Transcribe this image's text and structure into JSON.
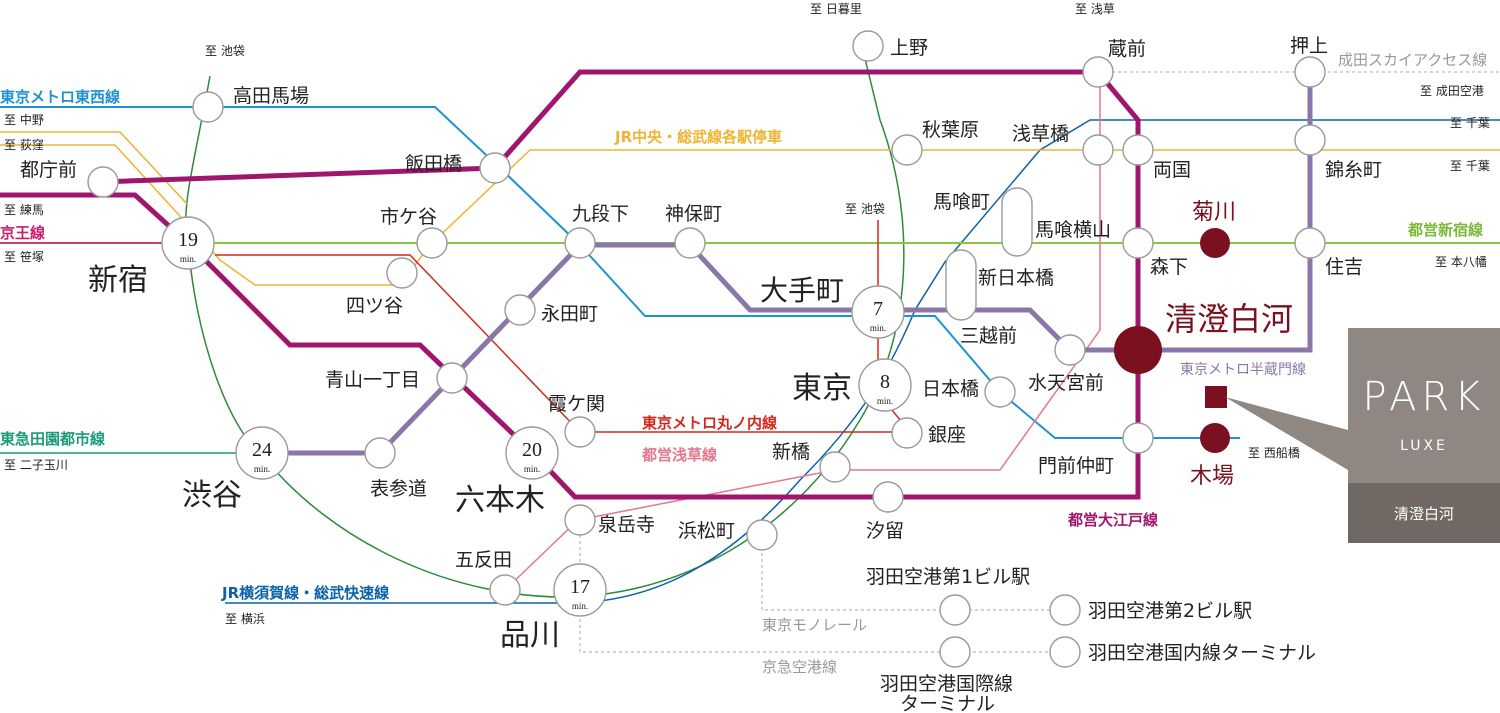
{
  "stations": {
    "ueno": "上野",
    "kuramae": "蔵前",
    "oshiage": "押上",
    "takadanobaba": "高田馬場",
    "iidabashi": "飯田橋",
    "akihabara": "秋葉原",
    "asakusabashi": "浅草橋",
    "ryogoku": "両国",
    "kinshicho": "錦糸町",
    "tochomae": "都庁前",
    "ichigaya": "市ケ谷",
    "kudanshita": "九段下",
    "jimbocho": "神保町",
    "bakurocho": "馬喰町",
    "bakuroyokoyama": "馬喰横山",
    "kikukawa": "菊川",
    "morishita": "森下",
    "sumiyoshi": "住吉",
    "shinjuku": "新宿",
    "yotsuya": "四ツ谷",
    "shinnihombashi": "新日本橋",
    "otemachi": "大手町",
    "nagatacho": "永田町",
    "mitsukoshimae": "三越前",
    "kiyosumishirakawa": "清澄白河",
    "aoyamaitchome": "青山一丁目",
    "tokyo": "東京",
    "nihombashi": "日本橋",
    "suitengumae": "水天宮前",
    "kasumigaseki": "霞ケ関",
    "shibuya": "渋谷",
    "omotesando": "表参道",
    "roppongi": "六本木",
    "ginza": "銀座",
    "shimbashi": "新橋",
    "monzennakacho": "門前仲町",
    "kiba": "木場",
    "shiodome": "汐留",
    "sengakuji": "泉岳寺",
    "hamamatsucho": "浜松町",
    "gotanda": "五反田",
    "shinagawa": "品川",
    "haneda_t1": "羽田空港第1ビル駅",
    "haneda_t2": "羽田空港第2ビル駅",
    "haneda_domestic": "羽田空港国内線ターミナル",
    "haneda_intl_1": "羽田空港国際線",
    "haneda_intl_2": "ターミナル"
  },
  "times": {
    "shinjuku": "19",
    "shibuya": "24",
    "roppongi": "20",
    "otemachi": "7",
    "tokyo": "8",
    "shinagawa": "17",
    "unit": "min."
  },
  "lines": {
    "tozai": "東京メトロ東西線",
    "keio": "京王線",
    "tokyu": "東急田園都市線",
    "jr_yokosuka": "JR横須賀線・総武快速線",
    "jr_chuo": "JR中央・総武線各駅停車",
    "toei_shinjuku": "都営新宿線",
    "narita_access": "成田スカイアクセス線",
    "hanzomon": "東京メトロ半蔵門線",
    "marunouchi": "東京メトロ丸ノ内線",
    "toei_asakusa": "都営浅草線",
    "toei_oedo": "都営大江戸線",
    "monorail": "東京モノレール",
    "keikyu": "京急空港線"
  },
  "termini": {
    "nippori": "至 日暮里",
    "asakusa": "至 浅草",
    "ikebukuro1": "至 池袋",
    "ikebukuro2": "至 池袋",
    "nakano": "至 中野",
    "ogikubo": "至 荻窪",
    "nerima": "至 練馬",
    "sasazuka": "至 笹塚",
    "futakotamagawa": "至 二子玉川",
    "yokohama": "至 横浜",
    "narita": "至 成田空港",
    "chiba1": "至 千葉",
    "chiba2": "至 千葉",
    "motoyawata": "至 本八幡",
    "nishifunabashi": "至 西船橋"
  },
  "property": {
    "logo": "PARK",
    "sub": "LUXE",
    "station": "清澄白河"
  },
  "colors": {
    "oedo": "#a0166e",
    "hanzomon": "#8b76a9",
    "tozai": "#1e93d3",
    "jr_chuo": "#f0b433",
    "toei_shinjuku": "#8cc63f",
    "marunouchi": "#d2281f",
    "asakusa": "#e6778c",
    "jr_yamanote": "#2e8b3a",
    "jr_yokosuka": "#0b62a9",
    "keio": "#cc1c6d",
    "tokyu": "#1c9a7c",
    "highlight": "#7a1020",
    "property": "#8e8782"
  }
}
